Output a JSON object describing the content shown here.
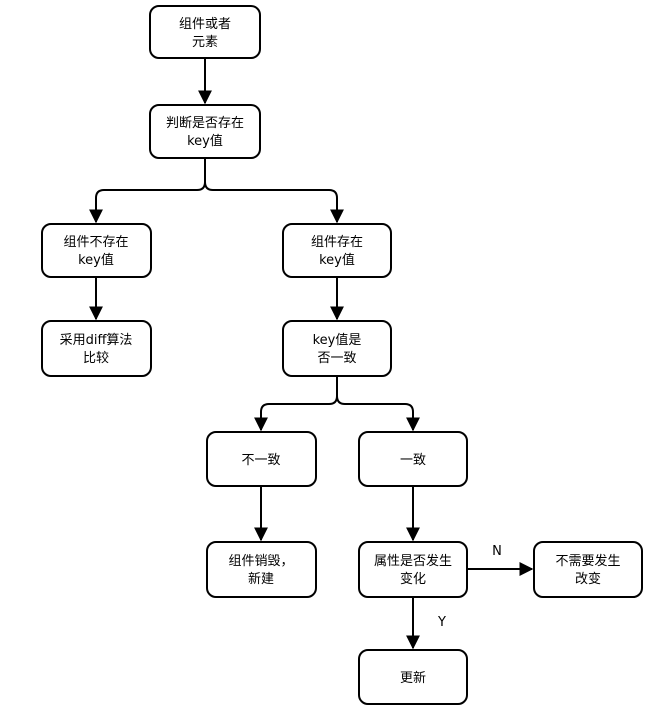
{
  "nodes": [
    {
      "id": "start",
      "lines": [
        "组件或者",
        "元素"
      ]
    },
    {
      "id": "check-key",
      "lines": [
        "判断是否存在",
        "key值"
      ]
    },
    {
      "id": "no-key",
      "lines": [
        "组件不存在",
        "key值"
      ]
    },
    {
      "id": "has-key",
      "lines": [
        "组件存在",
        "key值"
      ]
    },
    {
      "id": "diff",
      "lines": [
        "采用diff算法",
        "比较"
      ]
    },
    {
      "id": "key-same",
      "lines": [
        "key值是",
        "否一致"
      ]
    },
    {
      "id": "inconsistent",
      "lines": [
        "不一致"
      ]
    },
    {
      "id": "consistent",
      "lines": [
        "一致"
      ]
    },
    {
      "id": "destroy",
      "lines": [
        "组件销毁，",
        "新建"
      ]
    },
    {
      "id": "attr-changed",
      "lines": [
        "属性是否发生",
        "变化"
      ]
    },
    {
      "id": "no-change",
      "lines": [
        "不需要发生",
        "改变"
      ]
    },
    {
      "id": "update",
      "lines": [
        "更新"
      ]
    }
  ],
  "edges": [
    {
      "from": "start",
      "to": "check-key",
      "label": ""
    },
    {
      "from": "check-key",
      "to": "no-key",
      "label": ""
    },
    {
      "from": "check-key",
      "to": "has-key",
      "label": ""
    },
    {
      "from": "no-key",
      "to": "diff",
      "label": ""
    },
    {
      "from": "has-key",
      "to": "key-same",
      "label": ""
    },
    {
      "from": "key-same",
      "to": "inconsistent",
      "label": ""
    },
    {
      "from": "key-same",
      "to": "consistent",
      "label": ""
    },
    {
      "from": "inconsistent",
      "to": "destroy",
      "label": ""
    },
    {
      "from": "consistent",
      "to": "attr-changed",
      "label": ""
    },
    {
      "from": "attr-changed",
      "to": "no-change",
      "label": "N"
    },
    {
      "from": "attr-changed",
      "to": "update",
      "label": "Y"
    }
  ]
}
